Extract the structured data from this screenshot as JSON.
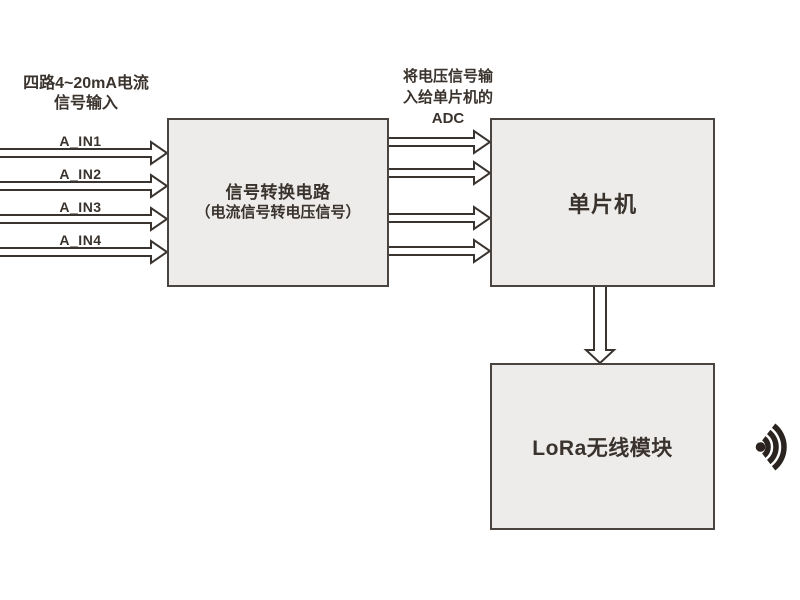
{
  "diagram": {
    "title": "LoRa acquisition block diagram",
    "input_group": {
      "caption": {
        "line1": "四路4~20mA电流",
        "line2": "信号输入"
      },
      "channels": [
        {
          "label": "A_IN1"
        },
        {
          "label": "A_IN2"
        },
        {
          "label": "A_IN3"
        },
        {
          "label": "A_IN4"
        }
      ]
    },
    "adc_note": {
      "line1": "将电压信号输",
      "line2": "入给单片机的",
      "line3": "ADC"
    },
    "blocks": {
      "signal_converter": {
        "title": "信号转换电路",
        "subtitle": "（电流信号转电压信号）"
      },
      "mcu": {
        "title": "单片机"
      },
      "lora": {
        "title": "LoRa无线模块"
      }
    },
    "icons": {
      "wireless": "wireless-signal-icon"
    },
    "colors": {
      "background": "#ffffff",
      "box_fill": "#edecea",
      "box_border": "#4a4440",
      "text": "#3a332d",
      "arrow_outline": "#3a3430",
      "arrow_fill": "#ffffff",
      "icon": "#2b2320"
    }
  }
}
